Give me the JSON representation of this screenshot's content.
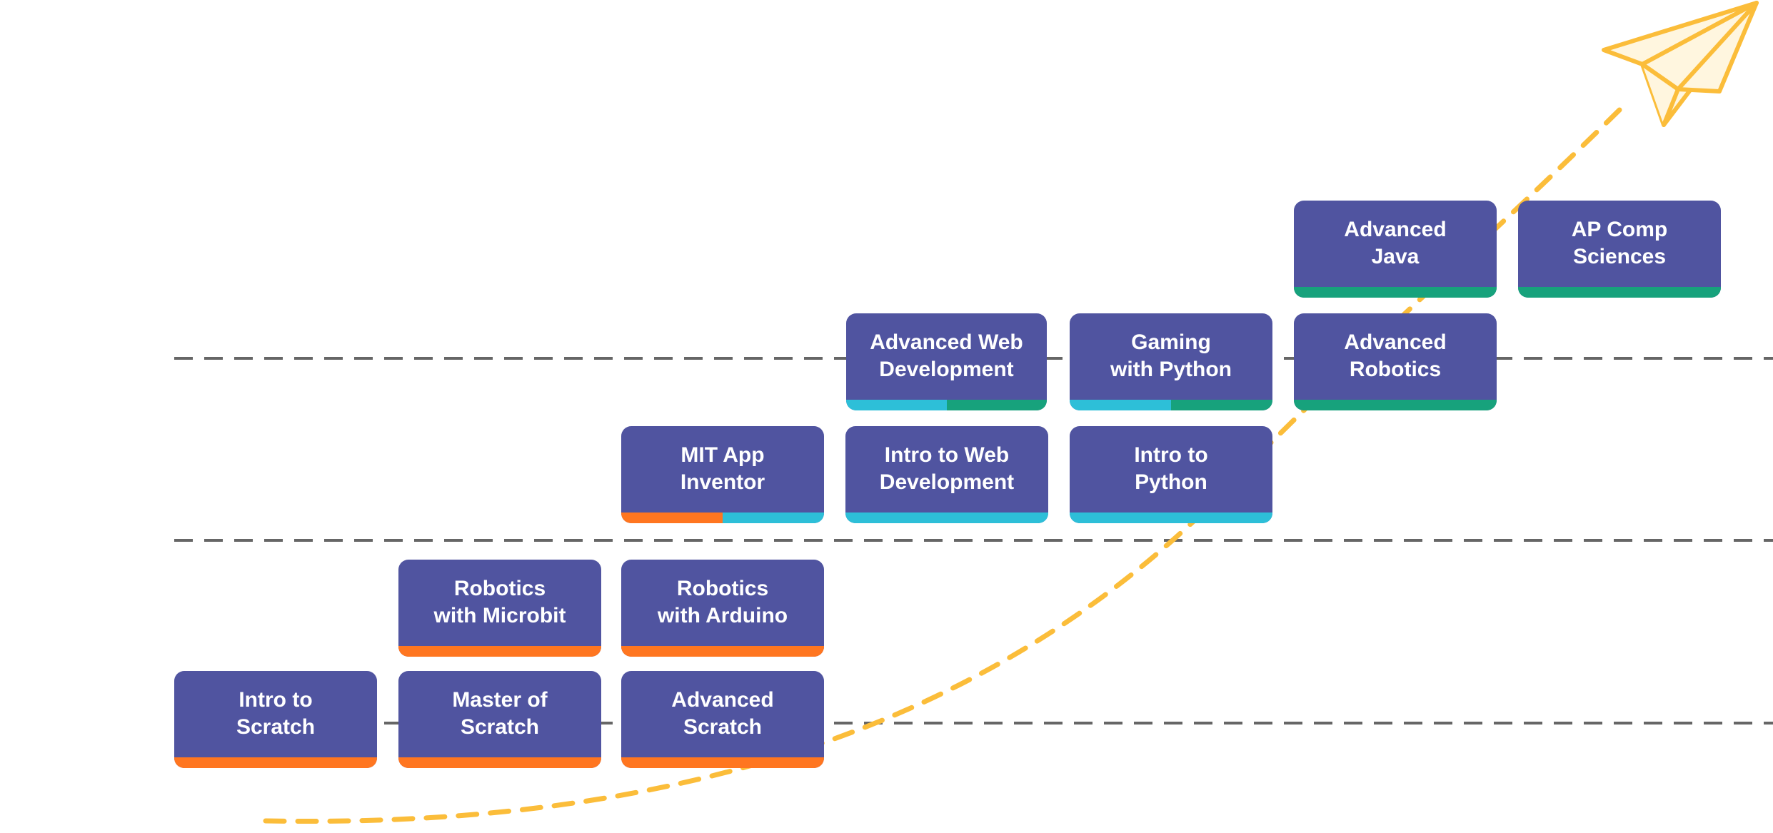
{
  "colors": {
    "card": "#5054a0",
    "card_text": "#ffffff",
    "dashed_line": "#666666",
    "path": "#fbbd3a",
    "orange": "#ff7620",
    "cyan": "#2dbfd8",
    "green": "#17a27c"
  },
  "icons": {
    "plane": "paper-plane-icon"
  },
  "courses": [
    {
      "id": "intro-to-scratch",
      "title": "Intro to\nScratch",
      "accents": [
        "orange"
      ]
    },
    {
      "id": "master-of-scratch",
      "title": "Master of\nScratch",
      "accents": [
        "orange"
      ]
    },
    {
      "id": "advanced-scratch",
      "title": "Advanced\nScratch",
      "accents": [
        "orange"
      ]
    },
    {
      "id": "robotics-with-microbit",
      "title": "Robotics\nwith Microbit",
      "accents": [
        "orange"
      ]
    },
    {
      "id": "robotics-with-arduino",
      "title": "Robotics\nwith Arduino",
      "accents": [
        "orange"
      ]
    },
    {
      "id": "mit-app-inventor",
      "title": "MIT App\nInventor",
      "accents": [
        "orange",
        "cyan"
      ]
    },
    {
      "id": "intro-to-web-development",
      "title": "Intro to Web\nDevelopment",
      "accents": [
        "cyan"
      ]
    },
    {
      "id": "intro-to-python",
      "title": "Intro to\nPython",
      "accents": [
        "cyan"
      ]
    },
    {
      "id": "advanced-web-development",
      "title": "Advanced Web\nDevelopment",
      "accents": [
        "cyan",
        "green"
      ]
    },
    {
      "id": "gaming-with-python",
      "title": "Gaming\nwith Python",
      "accents": [
        "cyan",
        "green"
      ]
    },
    {
      "id": "advanced-robotics",
      "title": "Advanced\nRobotics",
      "accents": [
        "green"
      ]
    },
    {
      "id": "advanced-java",
      "title": "Advanced\nJava",
      "accents": [
        "green"
      ]
    },
    {
      "id": "ap-comp-sciences",
      "title": "AP Comp\nSciences",
      "accents": [
        "green"
      ]
    }
  ]
}
